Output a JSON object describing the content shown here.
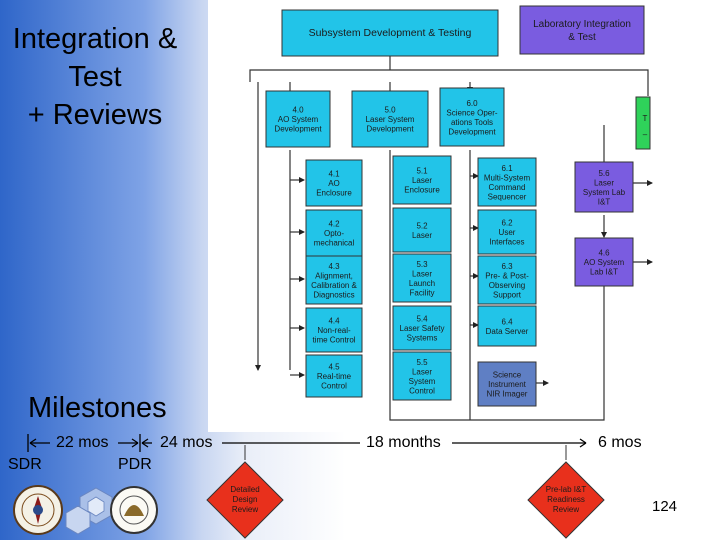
{
  "title_lines": [
    "Integration &",
    "Test",
    "+ Reviews"
  ],
  "milestones_label": "Milestones",
  "timeline": {
    "d1": "22 mos",
    "d2": "24 mos",
    "d3": "18 months",
    "d4": "6 mos",
    "sdr": "SDR",
    "pdr": "PDR"
  },
  "boxes": {
    "top": "Subsystem Development & Testing",
    "lab": [
      "Laboratory Integration",
      "& Test"
    ],
    "edge": [
      "T",
      "–"
    ],
    "b40": [
      "4.0",
      "AO System",
      "Development"
    ],
    "b50": [
      "5.0",
      "Laser System",
      "Development"
    ],
    "b60": [
      "6.0",
      "Science Oper-",
      "ations Tools",
      "Development"
    ],
    "b41": [
      "4.1",
      "AO",
      "Enclosure"
    ],
    "b42": [
      "4.2",
      "Opto-",
      "mechanical"
    ],
    "b43": [
      "4.3",
      "Alignment,",
      "Calibration &",
      "Diagnostics"
    ],
    "b44": [
      "4.4",
      "Non-real-",
      "time Control"
    ],
    "b45": [
      "4.5",
      "Real-time",
      "Control"
    ],
    "b51": [
      "5.1",
      "Laser",
      "Enclosure"
    ],
    "b52": [
      "5.2",
      "Laser"
    ],
    "b53": [
      "5.3",
      "Laser",
      "Launch",
      "Facility"
    ],
    "b54": [
      "5.4",
      "Laser Safety",
      "Systems"
    ],
    "b55": [
      "5.5",
      "Laser",
      "System",
      "Control"
    ],
    "b61": [
      "6.1",
      "Multi-System",
      "Command",
      "Sequencer"
    ],
    "b62": [
      "6.2",
      "User",
      "Interfaces"
    ],
    "b63": [
      "6.3",
      "Pre- & Post-",
      "Observing",
      "Support"
    ],
    "b64": [
      "6.4",
      "Data Server"
    ],
    "sci": [
      "Science",
      "Instrument",
      "NIR Imager"
    ],
    "b56": [
      "5.6",
      "Laser",
      "System Lab",
      "I&T"
    ],
    "b46": [
      "4.6",
      "AO System",
      "Lab I&T"
    ],
    "rev1": [
      "Detailed",
      "Design",
      "Review"
    ],
    "rev2": [
      "Pre-lab I&T",
      "Readiness",
      "Review"
    ]
  },
  "page_number": "124",
  "colors": {
    "cyan": "#22c4e8",
    "purple": "#7a5ce0",
    "green": "#2fd25a",
    "slate": "#5f7fc4",
    "review": "#e8301c"
  }
}
